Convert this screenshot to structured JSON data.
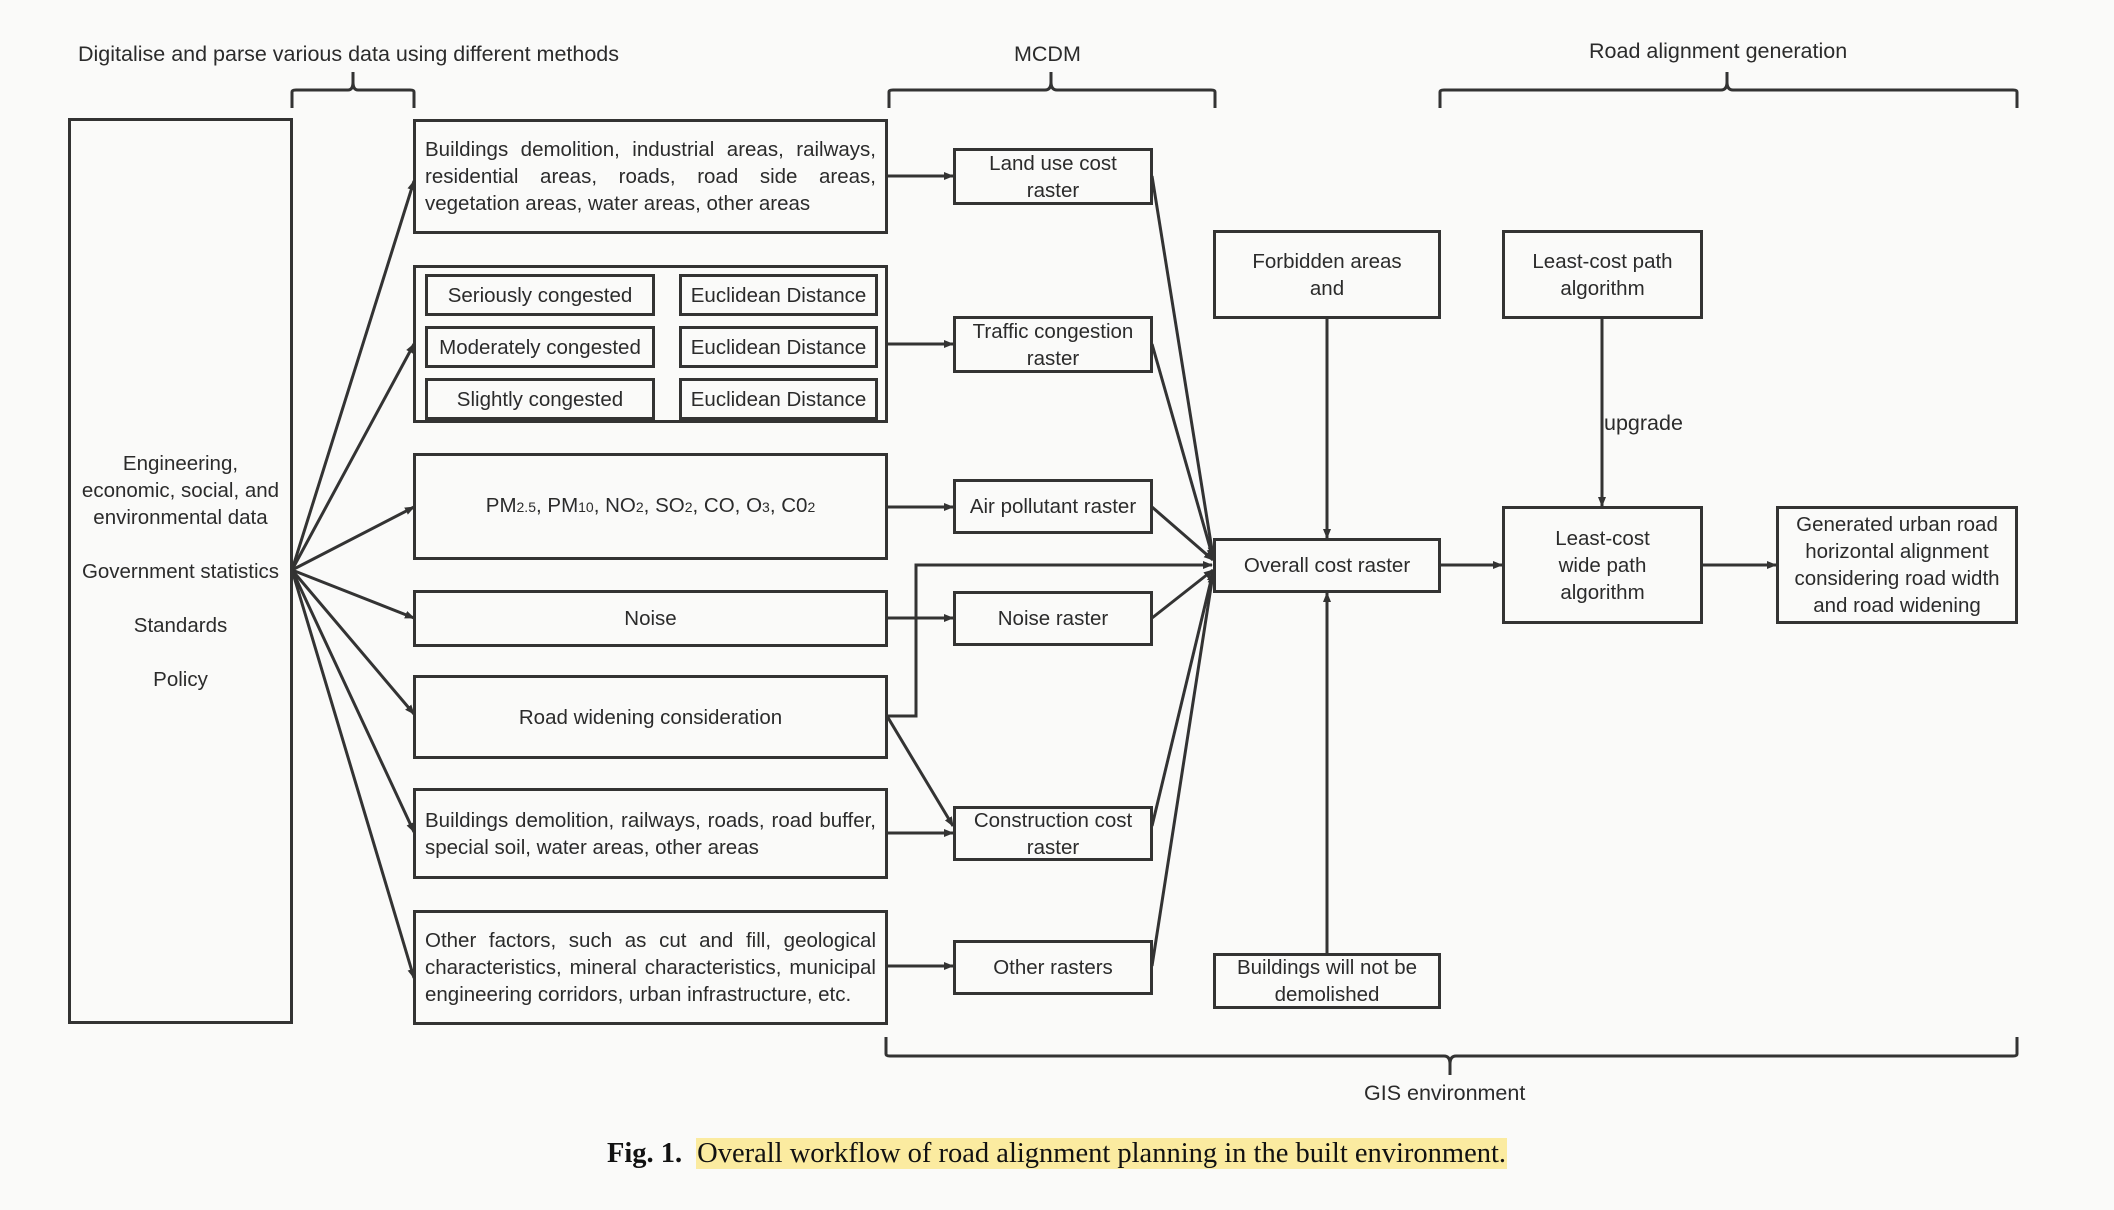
{
  "sections": {
    "data_methods": "Digitalise and parse various data using different methods",
    "mcdm": "MCDM",
    "road_generation": "Road alignment generation",
    "gis": "GIS environment"
  },
  "source": {
    "lines_a": [
      "Engineering,",
      "economic, social, and",
      "environmental data"
    ],
    "government": "Government statistics",
    "standards": "Standards",
    "policy": "Policy"
  },
  "data_boxes": {
    "land_use": "Buildings demolition, industrial areas, railways, residential areas, roads, road side areas, vegetation areas, water areas, other areas",
    "congestion_levels": [
      "Seriously congested",
      "Moderately congested",
      "Slightly congested"
    ],
    "euclidean": "Euclidean Distance",
    "pollutants": {
      "pm": "PM",
      "pm25_sub": "2.5",
      "pm10_sub": "10",
      "no": "NO",
      "no_sub": "2",
      "so": "SO",
      "so_sub": "2",
      "co": "CO",
      "o": "O",
      "o_sub": "3",
      "co2": "C0",
      "co2_sub": "2"
    },
    "noise": "Noise",
    "road_widening": "Road widening consideration",
    "construction": "Buildings demolition, railways, roads, road buffer, special soil, water areas, other areas",
    "other": "Other factors, such as cut and fill, geological characteristics, mineral characteristics, municipal engineering corridors, urban infrastructure, etc."
  },
  "rasters": {
    "land_use": "Land use cost raster",
    "traffic": "Traffic congestion raster",
    "air": "Air pollutant raster",
    "noise": "Noise raster",
    "construction": "Construction cost raster",
    "other": "Other rasters"
  },
  "core": {
    "forbidden": "Forbidden areas and",
    "overall": "Overall cost raster",
    "buildings": "Buildings will not be demolished",
    "least_cost": "Least-cost path algorithm",
    "upgrade": "upgrade",
    "wide_path": "Least-cost wide path algorithm",
    "generated": "Generated urban road horizontal alignment considering road width and road widening"
  },
  "caption": {
    "fig": "Fig. 1.",
    "text": "Overall workflow of road alignment planning in the built environment."
  }
}
